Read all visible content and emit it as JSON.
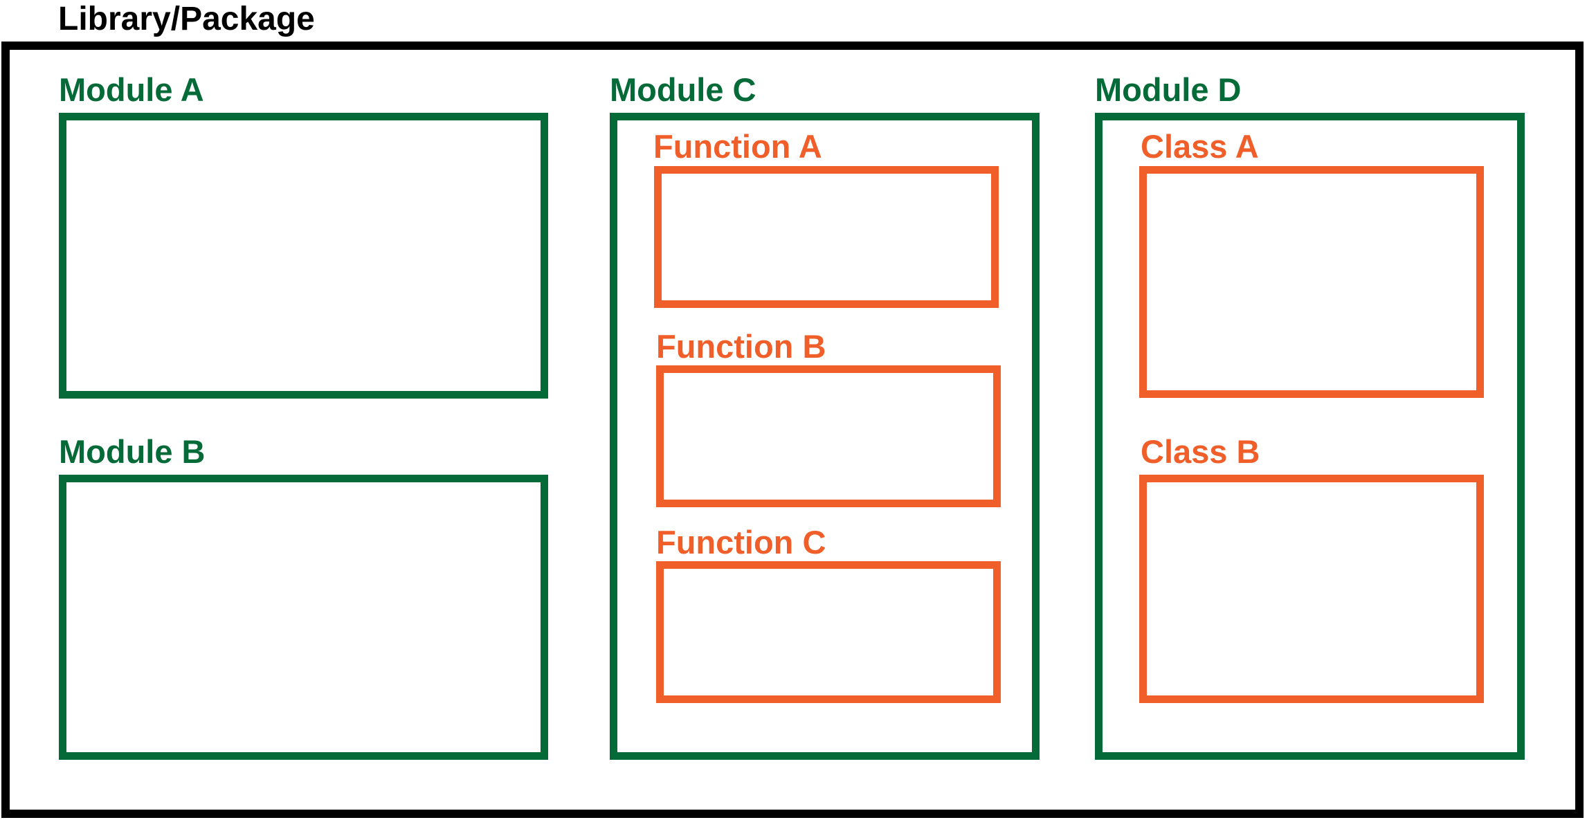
{
  "library": {
    "label": "Library/Package"
  },
  "modules": [
    {
      "label": "Module A"
    },
    {
      "label": "Module B"
    },
    {
      "label": "Module C",
      "functions": [
        {
          "label": "Function A"
        },
        {
          "label": "Function B"
        },
        {
          "label": "Function C"
        }
      ]
    },
    {
      "label": "Module D",
      "classes": [
        {
          "label": "Class A"
        },
        {
          "label": "Class B"
        }
      ]
    }
  ],
  "colors": {
    "library": "#000000",
    "module": "#046A38",
    "member": "#F05F2A"
  }
}
